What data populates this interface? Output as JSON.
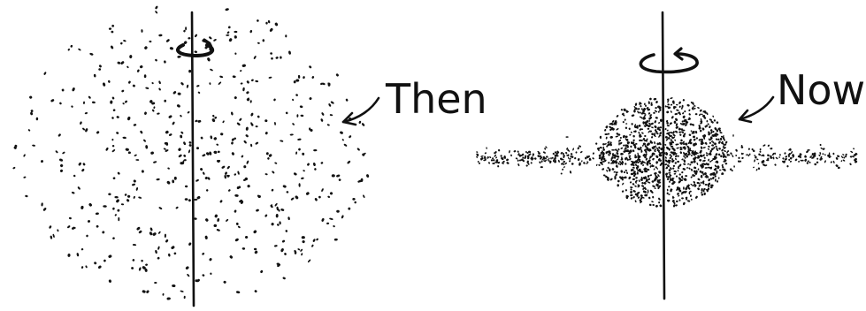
{
  "panels": [
    {
      "id": "then",
      "label": "Then",
      "cloud_shape": "diffuse-sphere",
      "rotation_indicator": "counterclockwise-arrow-icon"
    },
    {
      "id": "now",
      "label": "Now",
      "cloud_shape": "dense-bulge-with-flat-disk",
      "rotation_indicator": "clockwise-arrow-icon"
    }
  ],
  "colors": {
    "ink": "#111111",
    "background": "#ffffff"
  }
}
